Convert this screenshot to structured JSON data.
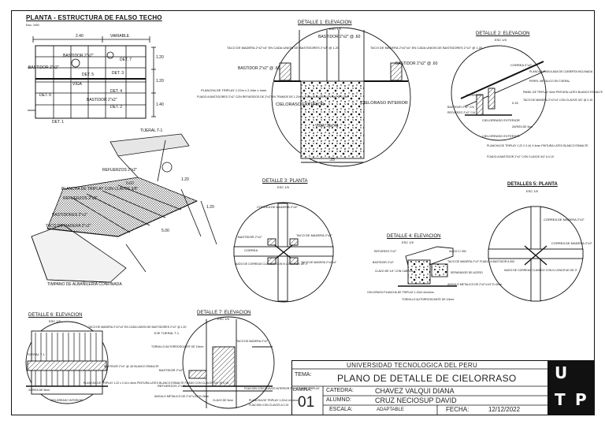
{
  "sheet": {
    "title": "PLANTA - ESTRUCTURA DE FALSO TECHO",
    "scale": "Esc: 1/50"
  },
  "plan": {
    "dims": [
      "2.40",
      "VARIABLE",
      "1.20",
      "1.20",
      "1.40"
    ],
    "labels": [
      "BASTIDOR 2\"x2\"",
      "BASTIDOR 2\"x2\"",
      "DET. 3",
      "DET. 7",
      "DET. 5",
      "VIGA",
      "DET. 6",
      "DET. 4",
      "DET. 2",
      "DET. 1",
      "BASTIDOR 2\"x2\""
    ]
  },
  "iso": {
    "labels": [
      "TIJERAL T-1",
      "REFUERZOS 2\"x2\"",
      "PLANCHA DE TRIPLAY CON CLAVOS 3/8\"",
      "REFUERZOS 2\"x2\"",
      "BASTIDORES 2\"x2\"",
      "TACO DE MADERA 2\"x2\"",
      "TIMPANO DE ALBAÑILERIA CONFINADA",
      "1.20",
      "1.20",
      "5.00",
      "0.60"
    ]
  },
  "det1": {
    "title": "DETALLE 1: ELEVACION",
    "scale": "ESC 1/5",
    "labels": [
      "BASTIDOR 2\"x2\" @ .60",
      "TACO DE MADERA 2\"x2\"x4\" EN CADA UNION DE BASTIDORES 2\"x2\" @ 1.20",
      "TACO DE MADERA 2\"x2\"x4\" EN CADA UNION DE BASTIDORES 2\"x2\" @ 1.20",
      "BASTIDOR 2\"x2\" @ .60",
      "BASTIDOR 2\"x2\" @ .60",
      "PLANCHA DE TRIPLAY 1.22m x 2.44m x 4mm",
      "FIJADO A BASTIDORES 2\"x2\" CON REFUERZOS DE 2\"x2\" EN TRAMOS DE 1.22m x 2.44m CLAVOS 3/4\" x 6x6 @ 0.15m",
      "CIELORASO EXTERIOR",
      "CIELORASO INTERIOR",
      "VIGA .25x.40",
      ".25"
    ]
  },
  "det2": {
    "title": "DETALLE 2: ELEVACION",
    "scale": "ESC 1/5",
    "labels": [
      "CORREA 2\"x2\"",
      "PLANCHA ONDULADA DE CUBIERTA INCLINADA",
      "PERFIL METALICO EN TIJERAL",
      "PANEL DE TRIPLAY 4mm PINTURA LATEX BLANCO ESMALTE",
      "TACO DE MADERA 2\"x2\"x4\" CON CLAVOS 3/4\" @ 0.15",
      "INTERIOR",
      "BASTIDOR 2\"x2\" C/U",
      "REFUERZO 2\"x2\" C/U",
      "CIELORRASO EXTERIOR",
      "0.15",
      "ZAPATA DE 5cm",
      "CIELORRASO EXTERIOR",
      "PLANCHA DE TRIPLAY 1.22 X 2.44 X 4mm PINTURA LATEX BLANCO ESMALTE",
      "FIJADO A BASTIDOR 2\"x2\" CON CLAVOS 3/4\" A 0.15"
    ]
  },
  "det3": {
    "title": "DETALLE 3: PLANTA",
    "scale": "ESC 1/5",
    "labels": [
      "CORREA DE MADERA 2\"x4\"",
      "BASTIDOR 2\"x2\"",
      "TACO DE MADERA 2\"x2\"",
      "CORREA",
      "NUDO DE CORREAS CLAVADO CON N LONGITUD DE 3\"",
      "TACO DE MADERA 2\"x2\"x4\""
    ]
  },
  "det4": {
    "title": "DETALLE 4: ELEVACION",
    "scale": "ESC 1/5",
    "labels": [
      "REFUERZO 2\"x2\"",
      "NUDO C/ 300",
      "TACO DE MADERA 2\"x2\" FIJADO A BASTIDOR A 300",
      "BASTIDOR 2\"x2\"",
      "CLAVO DE 1/4\" CON CABEZA",
      "SEPARADOR DE ACERO",
      "ANGULO METALICO DE 2\"x2\"x1/4\" E=3mm",
      "CIELORASO PLANCHA DE TRIPLAY 1.22x2.44x4mm",
      "TORNILLO AUTORROSCANTE DE 10mm"
    ]
  },
  "det5": {
    "title": "DETALLES 5: PLANTA",
    "scale": "ESC 1/5",
    "labels": [
      "CORREA DE MADERA 2\"x2\"",
      "CORREA DE MADERA 2\"x2\"",
      "NUDO DE CORREAS CLAVADO CON N LONGITUD DE 3\""
    ]
  },
  "det6": {
    "title": "DETALLE 6: ELEVACION",
    "scale": "ESC 1/5",
    "labels": [
      "TACO DE MADERA 2\"x2\"x4\" EN CADA UNION DE BASTIDORES 2\"x2\" @ 1.20",
      "TIJERAL T-1",
      "BASTIDOR 2\"x2\" @ .60 BLANCO ESMALTE",
      "PLANCHA DE TRIPLAY 1.22 x 2.44 x 4mm PINTURA LATEX BLANCO ESMALTE FIJADO CON CLAVOS 3/4\" @ 0.15",
      "ZAPATA DE 5mm",
      "CIELORRASO INTERIOR"
    ]
  },
  "det7": {
    "title": "DETALLE 7: ELEVACION",
    "scale": "ESC 1/5",
    "labels": [
      "EJE TIJERAL T-1",
      "TORNILLO AUTORROSCANTE DE 10mm",
      "BASTIDOR 2\"x2\"",
      "REFUERZOS 2\"x2\"",
      "ANGULO METALICO DE 2\"x2\"x1/4\" E=3mm",
      "PLANCHA DE TRIPLAY 1.22x2.44x4mm",
      "FIJACION CON CLAVOS A 0.15",
      "CLAVO DE 3mm",
      "FIJACION CON CLAVOS INTERIOR PLANCHA DE TRIPLAY",
      "TACO DE MADERA 2\"x2\""
    ]
  },
  "titleblock": {
    "university": "UNIVERSIDAD TECNOLOGICA DEL PERU",
    "tema_label": "TEMA:",
    "tema_value": "PLANO DE DETALLE DE CIELORRASO",
    "lamina_label": "LAMINA:",
    "lamina_value": "01",
    "catedra_label": "CATEDRA:",
    "catedra_value": "CHAVEZ VALQUI DIANA",
    "alumno_label": "ALUMNO:",
    "alumno_value": "CRUZ NECIOSUP DAVID",
    "escala_label": "ESCALA:",
    "escala_value": "ADAPTABLE",
    "fecha_label": "FECHA:",
    "fecha_value": "12/12/2022",
    "logo": [
      "U",
      "T",
      "P"
    ]
  },
  "colors": {
    "line": "#111111",
    "ink": "#222222",
    "logo_bg": "#111111"
  }
}
